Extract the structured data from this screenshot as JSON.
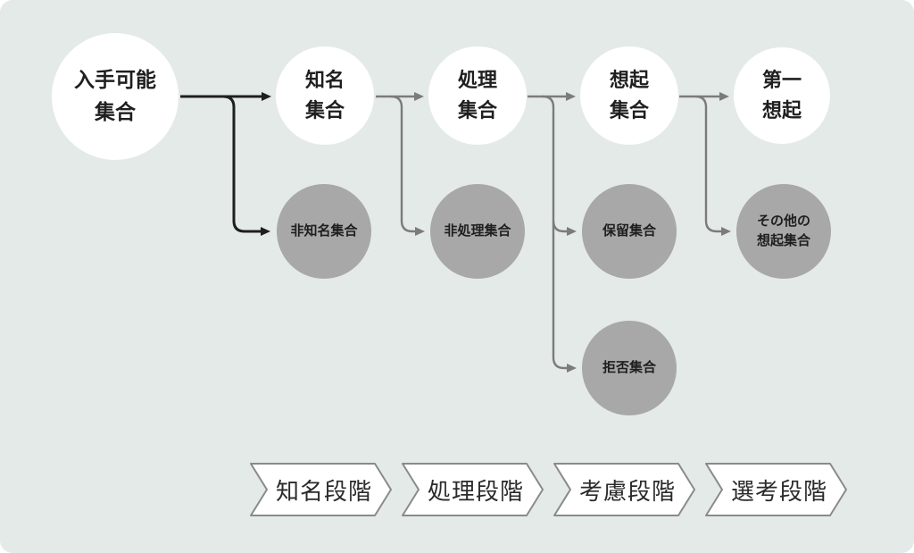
{
  "palette": {
    "background": "#e4eae8",
    "white_circle": "#ffffff",
    "gray_circle": "#a8a8a8",
    "dark_arrow": "#1f1f1f",
    "gray_arrow": "#7b7b7b",
    "text": "#1f1f1f",
    "banner_border": "#8a8a8a",
    "banner_fill": "#ffffff"
  },
  "nodes": {
    "main": [
      {
        "label": "入手可能\n集合"
      },
      {
        "label": "知名\n集合"
      },
      {
        "label": "処理\n集合"
      },
      {
        "label": "想起\n集合"
      },
      {
        "label": "第一\n想起"
      }
    ],
    "excluded": [
      {
        "label": "非知名集合"
      },
      {
        "label": "非処理集合"
      },
      {
        "label": "保留集合"
      },
      {
        "label": "拒否集合"
      },
      {
        "label": "その他の\n想起集合"
      }
    ]
  },
  "stages": [
    {
      "label": "知名段階"
    },
    {
      "label": "処理段階"
    },
    {
      "label": "考慮段階"
    },
    {
      "label": "選考段階"
    }
  ]
}
